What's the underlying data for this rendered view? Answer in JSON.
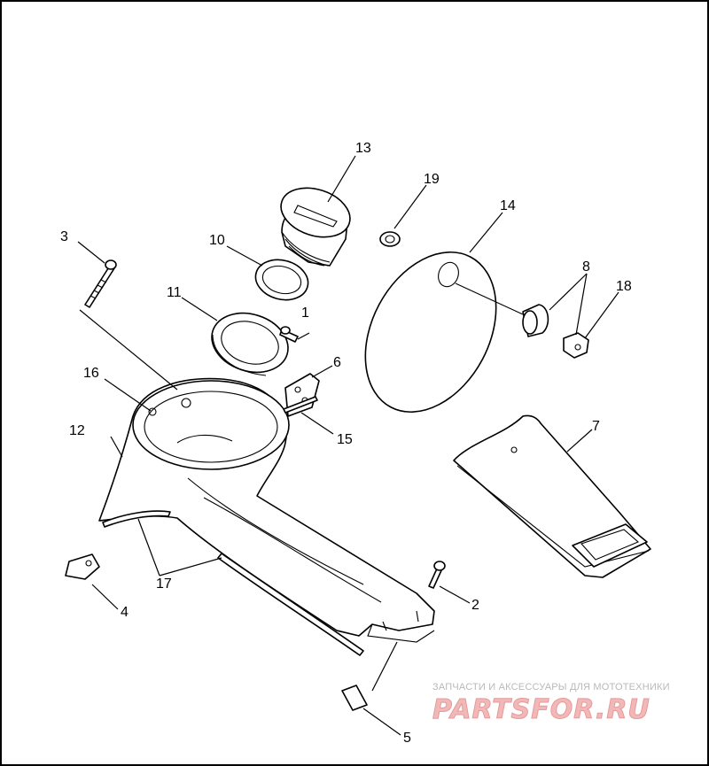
{
  "diagram": {
    "callouts": [
      {
        "id": "c1",
        "label": "1"
      },
      {
        "id": "c2",
        "label": "2"
      },
      {
        "id": "c3",
        "label": "3"
      },
      {
        "id": "c4",
        "label": "4"
      },
      {
        "id": "c5",
        "label": "5"
      },
      {
        "id": "c6",
        "label": "6"
      },
      {
        "id": "c7",
        "label": "7"
      },
      {
        "id": "c8",
        "label": "8"
      },
      {
        "id": "c10",
        "label": "10"
      },
      {
        "id": "c11",
        "label": "11"
      },
      {
        "id": "c12",
        "label": "12"
      },
      {
        "id": "c13",
        "label": "13"
      },
      {
        "id": "c14",
        "label": "14"
      },
      {
        "id": "c15",
        "label": "15"
      },
      {
        "id": "c16",
        "label": "16"
      },
      {
        "id": "c17",
        "label": "17"
      },
      {
        "id": "c18",
        "label": "18"
      },
      {
        "id": "c19",
        "label": "19"
      }
    ]
  },
  "watermark": {
    "caption": "ЗАПЧАСТИ И АКСЕССУАРЫ ДЛЯ МОТОТЕХНИКИ",
    "logo": "PARTSFOR.RU",
    "color": "#e8a0a0"
  }
}
